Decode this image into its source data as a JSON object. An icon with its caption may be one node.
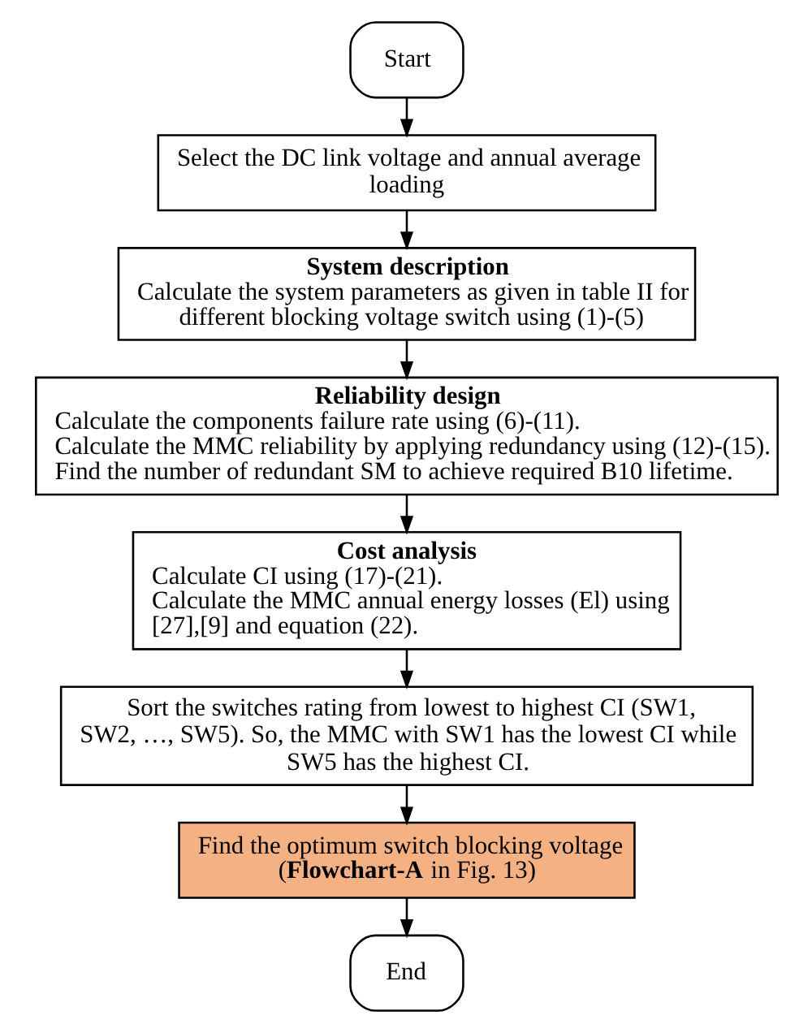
{
  "diagram": {
    "nodes": [
      {
        "text": [
          "Start"
        ]
      },
      {
        "text": [
          "Select the DC link voltage and annual average loading"
        ]
      },
      {
        "text": [
          "System description",
          "Calculate the system parameters as given in table II for different blocking voltage switch using (1)-(5)"
        ]
      },
      {
        "text": [
          "Reliability design",
          "Calculate the components failure rate using (6)-(11).",
          "Calculate the MMC reliability by applying redundancy using (12)-(15).",
          "Find the number of redundant SM to achieve required B10 lifetime."
        ]
      },
      {
        "text": [
          "Cost analysis",
          "Calculate CI using (17)-(21).",
          "Calculate the MMC annual energy losses (El) using [27],[9] and equation (22)."
        ]
      },
      {
        "text": [
          "Sort the switches rating from lowest to highest CI (SW1, SW2, …, SW5). So, the MMC with SW1 has the lowest CI while SW5 has the highest CI."
        ]
      },
      {
        "text": [
          "Find the optimum switch blocking voltage (**Flowchart-A** in Fig. 13)"
        ]
      },
      {
        "text": [
          "End"
        ]
      }
    ],
    "edges": [
      {
        "from": 0,
        "to": 1,
        "arrow": "to"
      },
      {
        "from": 1,
        "to": 2,
        "arrow": "to"
      },
      {
        "from": 2,
        "to": 3,
        "arrow": "to"
      },
      {
        "from": 3,
        "to": 4,
        "arrow": "to"
      },
      {
        "from": 4,
        "to": 5,
        "arrow": "to"
      },
      {
        "from": 5,
        "to": 6,
        "arrow": "to"
      },
      {
        "from": 6,
        "to": 7,
        "arrow": "to"
      }
    ]
  }
}
